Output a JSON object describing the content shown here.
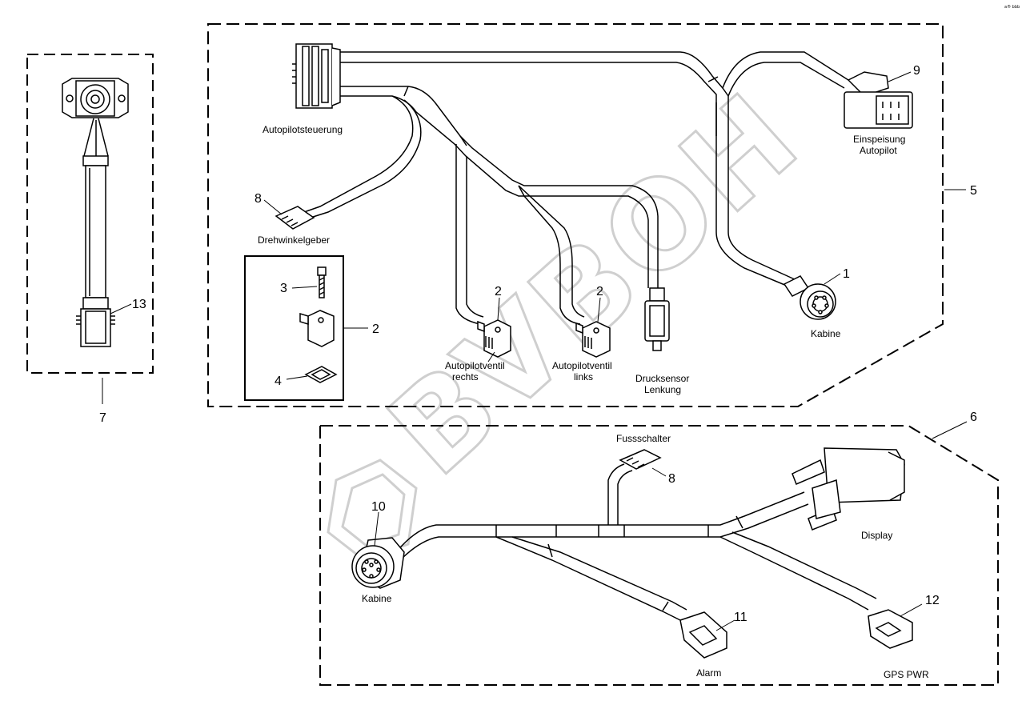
{
  "labels": {
    "autopilotsteuerung": "Autopilotsteuerung",
    "einspeisung_1": "Einspeisung",
    "einspeisung_2": "Autopilot",
    "drehwinkelgeber": "Drehwinkelgeber",
    "kabine_top": "Kabine",
    "ventil_rechts_1": "Autopilotventil",
    "ventil_rechts_2": "rechts",
    "ventil_links_1": "Autopilotventil",
    "ventil_links_2": "links",
    "drucksensor_1": "Drucksensor",
    "drucksensor_2": "Lenkung",
    "fussschalter": "Fussschalter",
    "display": "Display",
    "kabine_bottom": "Kabine",
    "alarm": "Alarm",
    "gps_pwr": "GPS PWR"
  },
  "callouts": {
    "n1": "1",
    "n2a": "2",
    "n2b": "2",
    "n2c": "2",
    "n3": "3",
    "n4": "4",
    "n5": "5",
    "n6": "6",
    "n7": "7",
    "n8a": "8",
    "n8b": "8",
    "n9": "9",
    "n10": "10",
    "n11": "11",
    "n12": "12",
    "n13": "13"
  },
  "corner_code": "a® bbb",
  "watermark_text": "BVBOH"
}
